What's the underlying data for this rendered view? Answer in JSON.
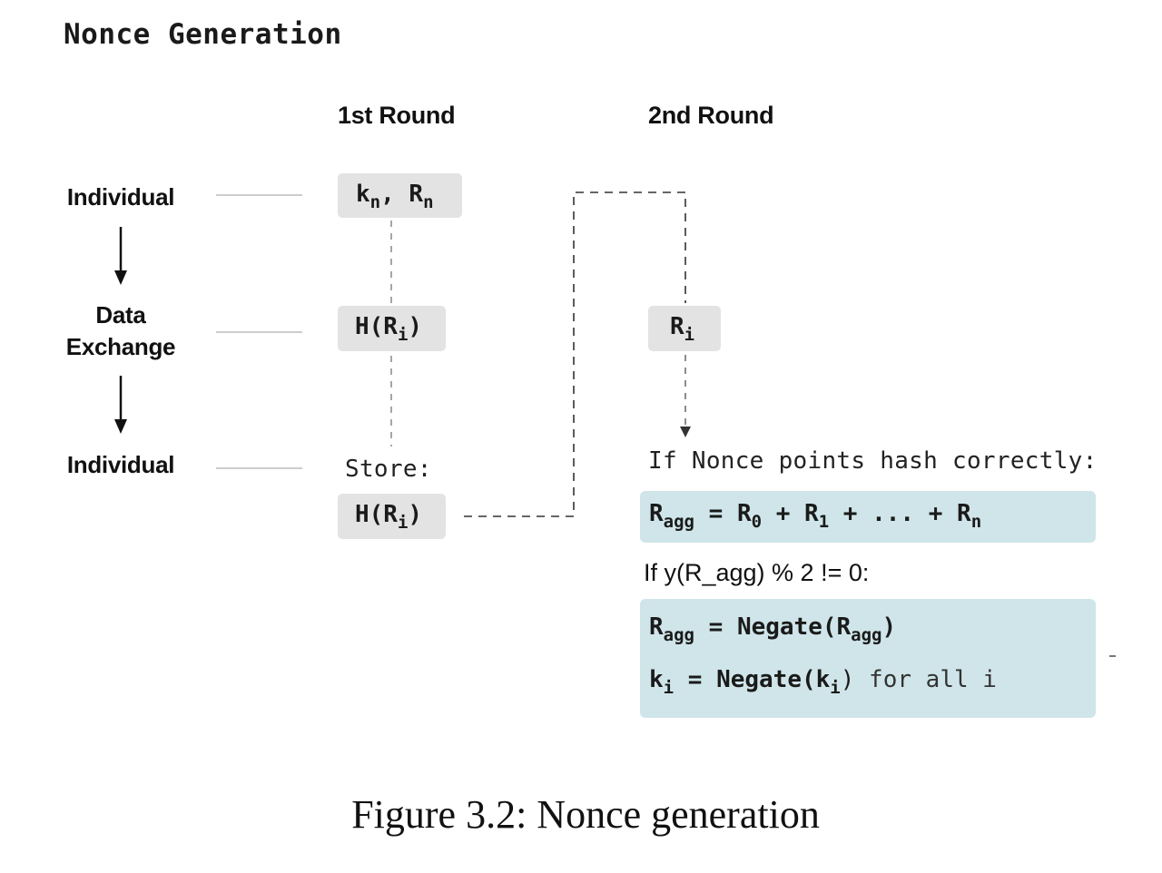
{
  "title": "Nonce Generation",
  "rounds": {
    "first": "1st Round",
    "second": "2nd Round"
  },
  "stages": [
    {
      "label": "Individual"
    },
    {
      "label_line1": "Data",
      "label_line2": "Exchange"
    },
    {
      "label": "Individual"
    }
  ],
  "first_round": {
    "box1": {
      "k": "k",
      "k_sub": "n",
      "sep": ", ",
      "r": "R",
      "r_sub": "n"
    },
    "box2": {
      "prefix": "H(R",
      "sub": "i",
      "suffix": ")"
    },
    "store_label": "Store:",
    "box3": {
      "prefix": "H(R",
      "sub": "i",
      "suffix": ")"
    }
  },
  "second_round": {
    "box": {
      "r": "R",
      "r_sub": "i"
    },
    "condition1": "If Nonce points hash correctly:",
    "agg_equation": {
      "lhs": "R",
      "lhs_sub": "agg",
      "eq": " = R",
      "t0_sub": "0",
      "plus1": " + R",
      "t1_sub": "1",
      "rest": " + ... + R",
      "tn_sub": "n"
    },
    "condition2": "If   y(R_agg) % 2  !=  0:",
    "negate": {
      "line1": {
        "lhs": "R",
        "lhs_sub": "agg",
        "mid": " = Negate(R",
        "arg_sub": "agg",
        "close": ")"
      },
      "line2": {
        "lhs": "k",
        "lhs_sub": "i",
        "mid": " = Negate(k",
        "arg_sub": "i",
        "close": ")",
        "tail": " for all i"
      }
    }
  },
  "caption": "Figure 3.2:  Nonce generation"
}
